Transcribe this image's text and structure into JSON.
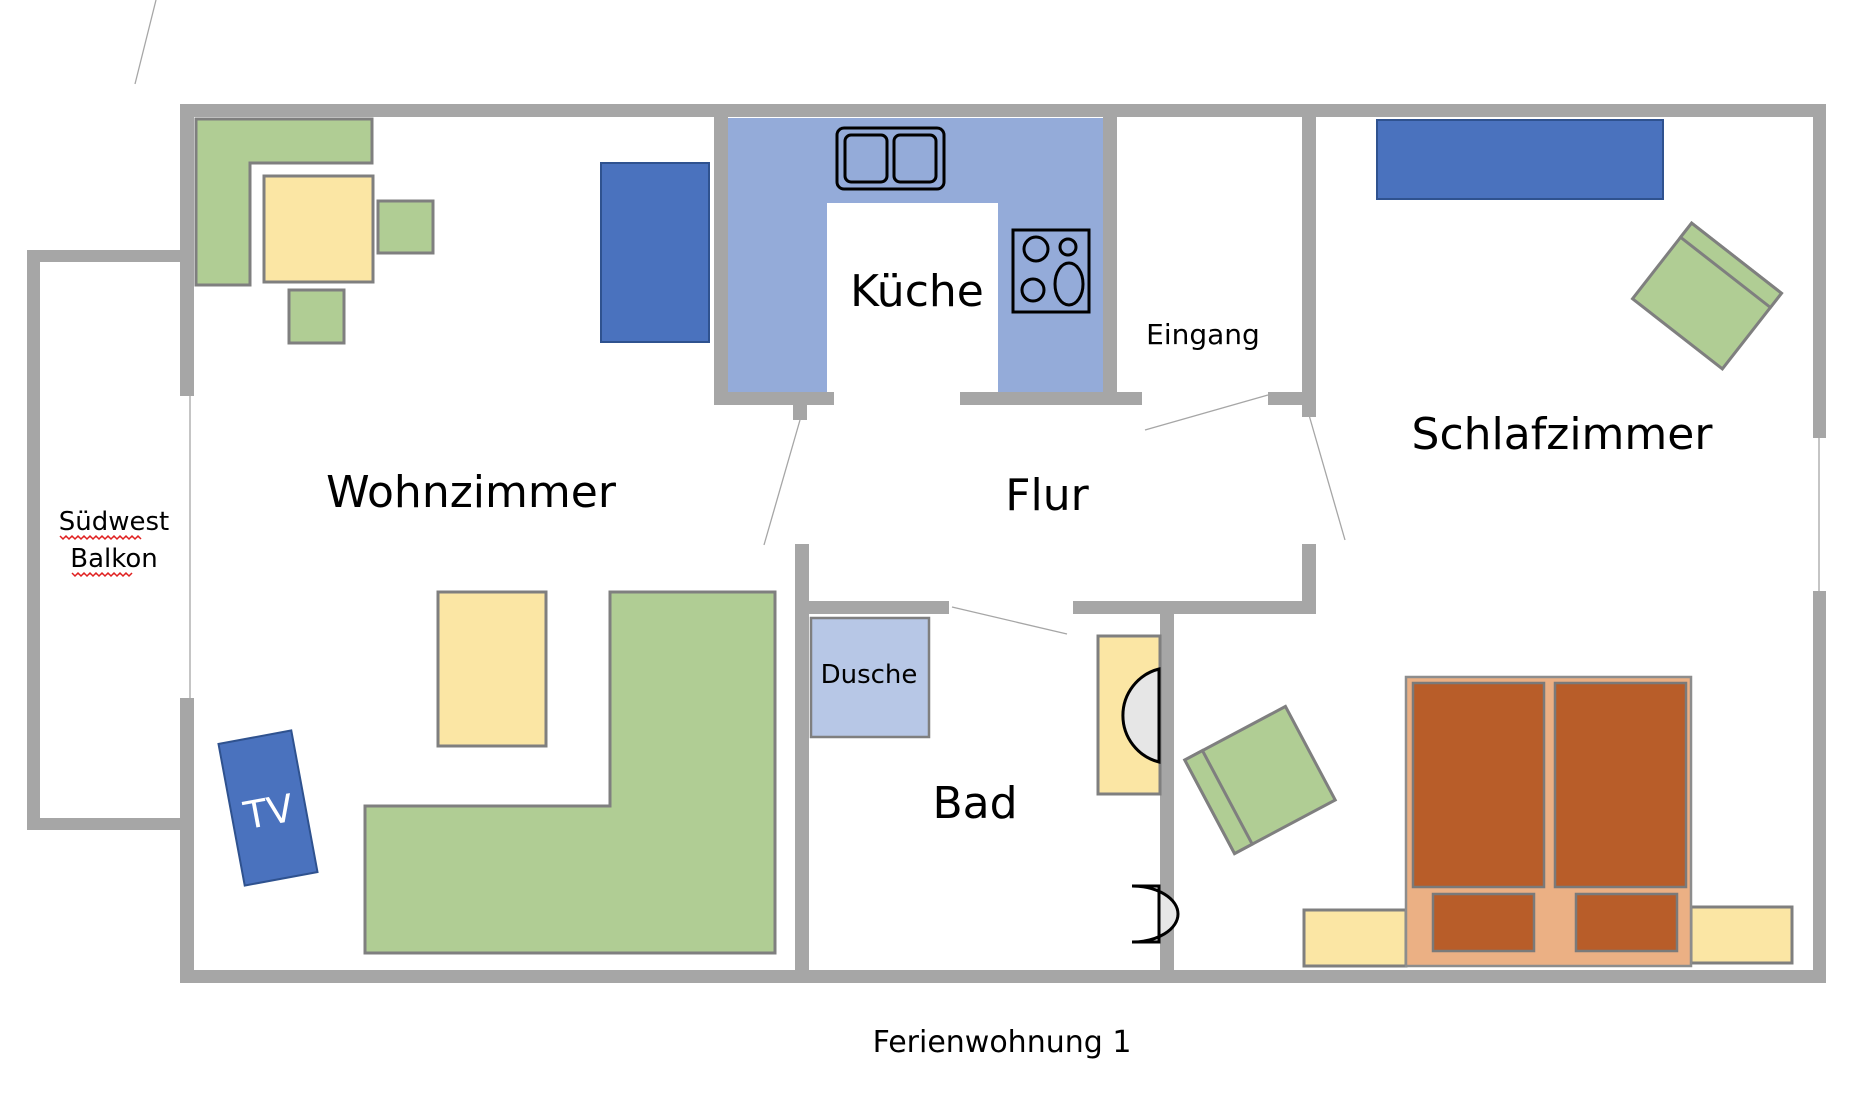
{
  "title": "Ferienwohnung 1",
  "rooms": {
    "wohnzimmer": "Wohnzimmer",
    "kueche": "Küche",
    "eingang": "Eingang",
    "flur": "Flur",
    "schlafzimmer": "Schlafzimmer",
    "bad": "Bad",
    "dusche": "Dusche",
    "balkon_line1": "Südwest",
    "balkon_line2": "Balkon"
  },
  "furniture": {
    "tv_label": "TV"
  },
  "colors": {
    "wall": "#a6a6a6",
    "sofa_green": "#b0cd94",
    "table_yellow": "#fbe6a4",
    "cabinet_blue": "#4a72be",
    "kitchen_counter": "#94abd9",
    "shower": "#b7c7e6",
    "bed_frame": "#ebb084",
    "mattress": "#b85d29",
    "spellcheck_underline": "#e02020"
  }
}
